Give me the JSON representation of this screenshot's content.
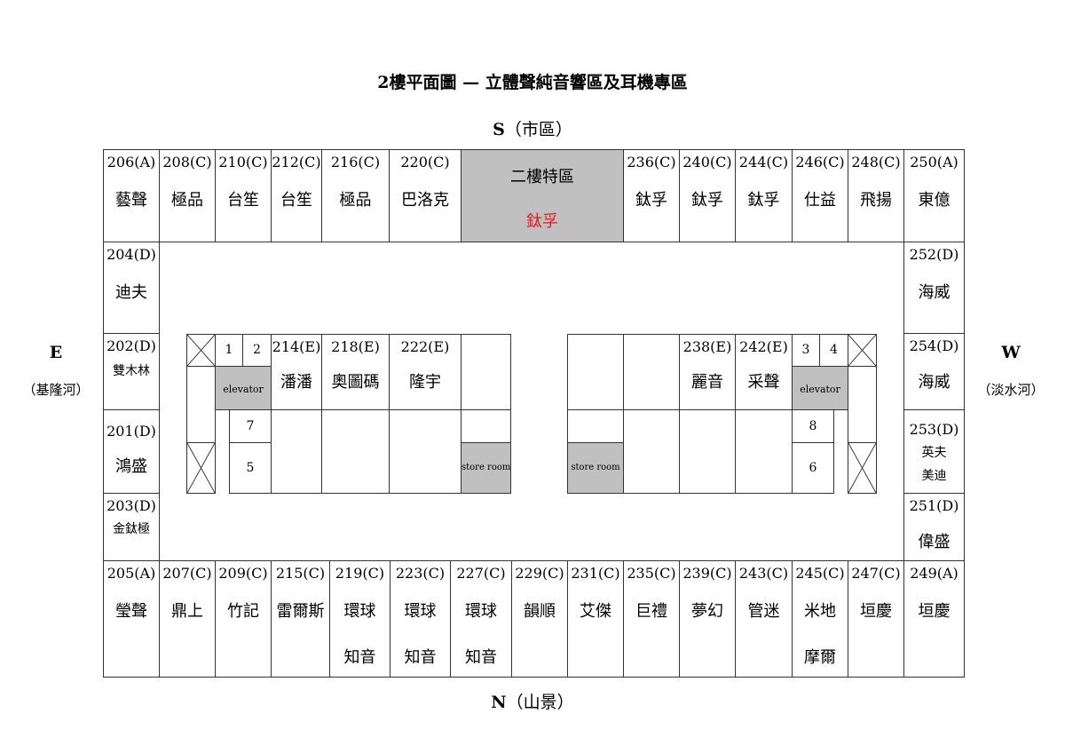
{
  "title": "2樓平面圖 — 立體聲純音響區及耳機專區",
  "compass": {
    "south": {
      "letter": "S",
      "name": "（市區）"
    },
    "north": {
      "letter": "N",
      "name": "（山景）"
    },
    "east": {
      "letter": "E",
      "name": "（基隆河）"
    },
    "west": {
      "letter": "W",
      "name": "（淡水河）"
    }
  },
  "top_row": [
    {
      "num": "206(A)",
      "name": "藝聲"
    },
    {
      "num": "208(C)",
      "name": "極品"
    },
    {
      "num": "210(C)",
      "name": "台笙"
    },
    {
      "num": "212(C)",
      "name": "台笙"
    },
    {
      "num": "216(C)",
      "name": "極品"
    },
    {
      "num": "220(C)",
      "name": "巴洛克"
    },
    {
      "num": "236(C)",
      "name": "鈦孚"
    },
    {
      "num": "240(C)",
      "name": "鈦孚"
    },
    {
      "num": "244(C)",
      "name": "鈦孚"
    },
    {
      "num": "246(C)",
      "name": "仕益"
    },
    {
      "num": "248(C)",
      "name": "飛揚"
    },
    {
      "num": "250(A)",
      "name": "東億"
    }
  ],
  "special_zone": {
    "label": "二樓特區",
    "name": "鈦孚"
  },
  "left_column": [
    {
      "num": "204(D)",
      "name": "迪夫"
    },
    {
      "num": "202(D)",
      "name": "雙木林"
    },
    {
      "num": "201(D)",
      "name": "鴻盛"
    },
    {
      "num": "203(D)",
      "name": "金鈦極"
    }
  ],
  "right_column": [
    {
      "num": "252(D)",
      "name": "海威"
    },
    {
      "num": "254(D)",
      "name": "海威"
    },
    {
      "num": "253(D)",
      "name1": "英夫",
      "name2": "美迪"
    },
    {
      "num": "251(D)",
      "name": "偉盛"
    }
  ],
  "bottom_row": [
    {
      "num": "205(A)",
      "name": "瑩聲"
    },
    {
      "num": "207(C)",
      "name": "鼎上"
    },
    {
      "num": "209(C)",
      "name": "竹記"
    },
    {
      "num": "215(C)",
      "name": "雷爾斯"
    },
    {
      "num": "219(C)",
      "name": "環球",
      "name2": "知音"
    },
    {
      "num": "223(C)",
      "name": "環球",
      "name2": "知音"
    },
    {
      "num": "227(C)",
      "name": "環球",
      "name2": "知音"
    },
    {
      "num": "229(C)",
      "name": "韻順"
    },
    {
      "num": "231(C)",
      "name": "艾傑"
    },
    {
      "num": "235(C)",
      "name": "巨禮"
    },
    {
      "num": "239(C)",
      "name": "夢幻"
    },
    {
      "num": "243(C)",
      "name": "管迷"
    },
    {
      "num": "245(C)",
      "name": "米地",
      "name2": "摩爾"
    },
    {
      "num": "247(C)",
      "name": "垣慶"
    },
    {
      "num": "249(A)",
      "name": "垣慶"
    }
  ],
  "inner_left": [
    {
      "num": "214(E)",
      "name": "潘潘"
    },
    {
      "num": "218(E)",
      "name": "奧圖碼"
    },
    {
      "num": "222(E)",
      "name": "隆宇"
    }
  ],
  "inner_right": [
    {
      "num": "238(E)",
      "name": "麗音"
    },
    {
      "num": "242(E)",
      "name": "采聲"
    }
  ],
  "elevator_label": "elevator",
  "store_room_label": "store room",
  "elevator_numbers": {
    "a": "1",
    "b": "2",
    "c": "3",
    "d": "4",
    "e": "5",
    "f": "6",
    "g": "7",
    "h": "8"
  },
  "colors": {
    "shaded": "#c0c0c0",
    "highlight": "#e02020"
  }
}
